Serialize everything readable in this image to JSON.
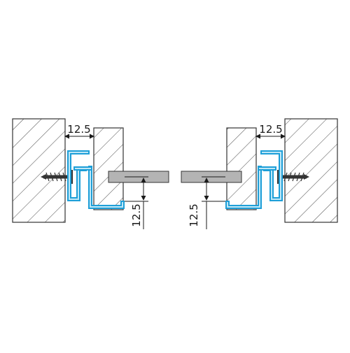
{
  "dimensions": {
    "left_gap": "12.5",
    "left_depth": "12.5",
    "right_gap": "12.5",
    "right_depth": "12.5"
  },
  "colors": {
    "profile": "#1e9fd8",
    "profile_inner": "#bfe7f7",
    "panel_fill": "#b4b4b4",
    "hatch_stroke": "#555555",
    "outline": "#333333",
    "background": "#ffffff"
  }
}
